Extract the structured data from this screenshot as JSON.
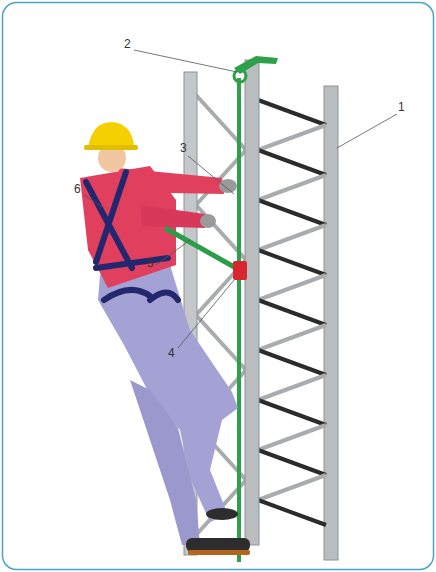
{
  "diagram": {
    "labels": [
      "2",
      "1",
      "3",
      "6",
      "5",
      "4"
    ]
  }
}
